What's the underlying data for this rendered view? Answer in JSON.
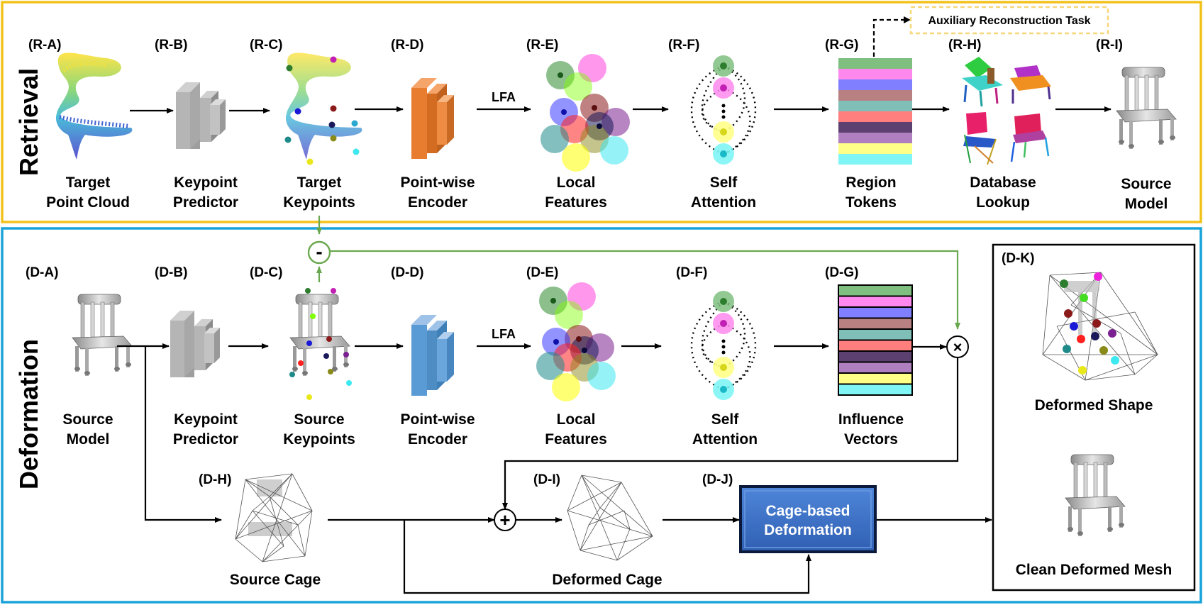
{
  "colors": {
    "retrieval_border": "#f2c21b",
    "deformation_border": "#1aa3d9",
    "green_link": "#6aa84f",
    "encoder_orange": "#e87d2f",
    "encoder_blue": "#5b9bd5",
    "cage_button": "#3f72c8",
    "aux_border": "#f7d77a"
  },
  "retrieval": {
    "title": "Retrieval",
    "aux_task": "Auxiliary Reconstruction Task",
    "lfa": "LFA",
    "steps": [
      {
        "tag": "(R-A)",
        "line1": "Target",
        "line2": "Point Cloud"
      },
      {
        "tag": "(R-B)",
        "line1": "Keypoint",
        "line2": "Predictor"
      },
      {
        "tag": "(R-C)",
        "line1": "Target",
        "line2": "Keypoints"
      },
      {
        "tag": "(R-D)",
        "line1": "Point-wise",
        "line2": "Encoder"
      },
      {
        "tag": "(R-E)",
        "line1": "Local",
        "line2": "Features"
      },
      {
        "tag": "(R-F)",
        "line1": "Self",
        "line2": "Attention"
      },
      {
        "tag": "(R-G)",
        "line1": "Region",
        "line2": "Tokens"
      },
      {
        "tag": "(R-H)",
        "line1": "Database",
        "line2": "Lookup"
      },
      {
        "tag": "(R-I)",
        "line1": "Source",
        "line2": "Model"
      }
    ]
  },
  "deformation": {
    "title": "Deformation",
    "lfa": "LFA",
    "minus": "-",
    "plus": "+",
    "times": "×",
    "steps": [
      {
        "tag": "(D-A)",
        "line1": "Source",
        "line2": "Model"
      },
      {
        "tag": "(D-B)",
        "line1": "Keypoint",
        "line2": "Predictor"
      },
      {
        "tag": "(D-C)",
        "line1": "Source",
        "line2": "Keypoints"
      },
      {
        "tag": "(D-D)",
        "line1": "Point-wise",
        "line2": "Encoder"
      },
      {
        "tag": "(D-E)",
        "line1": "Local",
        "line2": "Features"
      },
      {
        "tag": "(D-F)",
        "line1": "Self",
        "line2": "Attention"
      },
      {
        "tag": "(D-G)",
        "line1": "Influence",
        "line2": "Vectors"
      }
    ],
    "source_cage": {
      "tag": "(D-H)",
      "label": "Source Cage"
    },
    "deformed_cage": {
      "tag": "(D-I)",
      "label": "Deformed Cage"
    },
    "cage_deform": {
      "tag": "(D-J)",
      "line1": "Cage-based",
      "line2": "Deformation"
    },
    "output": {
      "tag": "(D-K)",
      "shape_label": "Deformed Shape",
      "mesh_label": "Clean Deformed Mesh"
    }
  },
  "token_colors": [
    "#7fbf7f",
    "#ff88ee",
    "#7f7fff",
    "#b88080",
    "#7fbfb8",
    "#ff7f7f",
    "#5c4070",
    "#b07fbf",
    "#ffff88",
    "#7ff5f5"
  ]
}
